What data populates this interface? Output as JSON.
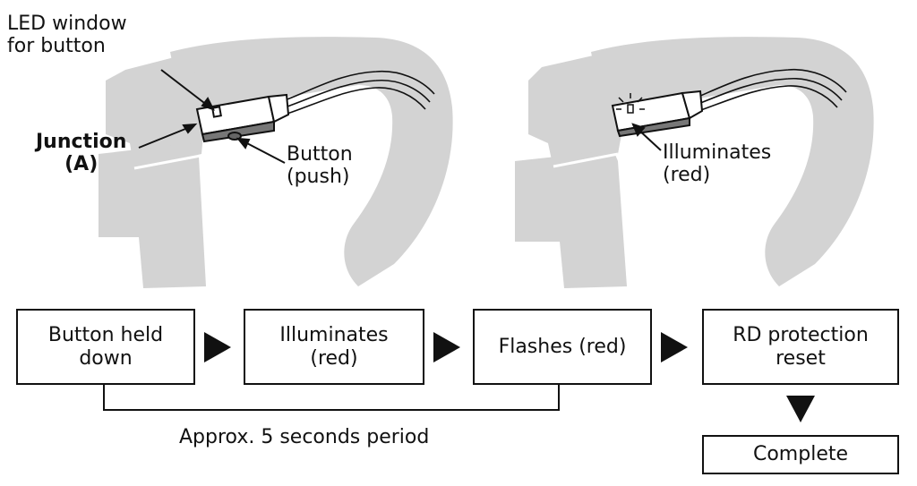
{
  "labels": {
    "led_window": "LED window\nfor button",
    "junction": "Junction\n(A)",
    "button_push": "Button\n(push)",
    "illuminates_red": "Illuminates\n(red)"
  },
  "flow": {
    "steps": [
      "Button held\ndown",
      "Illuminates\n(red)",
      "Flashes (red)",
      "RD protection\nreset"
    ],
    "final_step": "Complete",
    "period_note": "Approx. 5 seconds period"
  }
}
